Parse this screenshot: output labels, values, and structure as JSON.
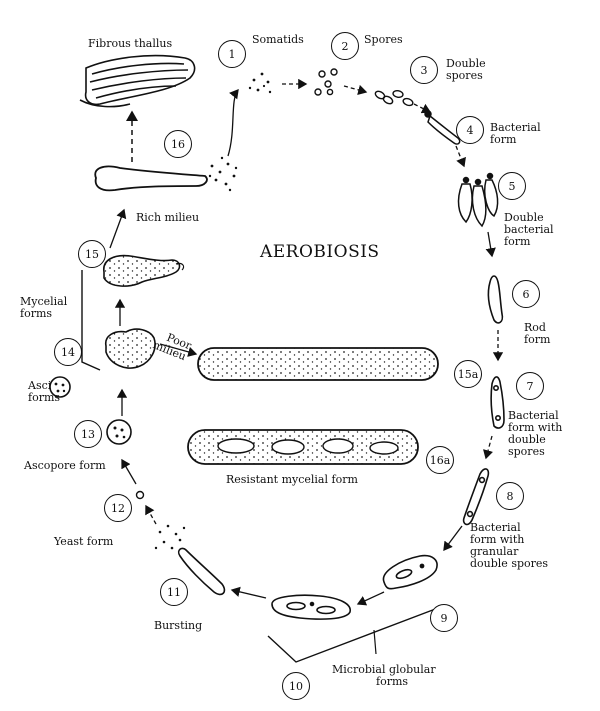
{
  "title": "AEROBIOSIS",
  "stages": [
    {
      "num": "1",
      "lines": [
        "Somatids"
      ]
    },
    {
      "num": "2",
      "lines": [
        "Spores"
      ]
    },
    {
      "num": "3",
      "lines": [
        "Double",
        "spores"
      ]
    },
    {
      "num": "4",
      "lines": [
        "Bacterial",
        "form"
      ]
    },
    {
      "num": "5",
      "lines": [
        "Double",
        "bacterial",
        "form"
      ]
    },
    {
      "num": "6",
      "lines": [
        "Rod",
        "form"
      ]
    },
    {
      "num": "7",
      "lines": [
        "Bacterial",
        "form with",
        "double",
        "spores"
      ]
    },
    {
      "num": "8",
      "lines": [
        "Bacterial",
        "form with",
        "granular",
        "double spores"
      ]
    },
    {
      "num": "9",
      "lines": []
    },
    {
      "num": "10",
      "lines": [
        "Microbial globular",
        "forms"
      ]
    },
    {
      "num": "11",
      "lines": [
        "Bursting"
      ]
    },
    {
      "num": "12",
      "lines": [
        "Yeast form"
      ]
    },
    {
      "num": "13",
      "lines": [
        "Ascopore form"
      ]
    },
    {
      "num": "14",
      "lines": [
        "Mycelial",
        "forms"
      ]
    },
    {
      "num": "15",
      "lines": [
        "Rich milieu"
      ]
    },
    {
      "num": "16",
      "lines": [
        "Fibrous thallus"
      ]
    },
    {
      "num": "15a",
      "lines": []
    },
    {
      "num": "16a",
      "lines": [
        "Resistant mycelial form"
      ]
    }
  ],
  "extra_labels": {
    "asci": [
      "Asci",
      "forms"
    ],
    "poor_milieu": [
      "Poor",
      "milieu"
    ]
  }
}
